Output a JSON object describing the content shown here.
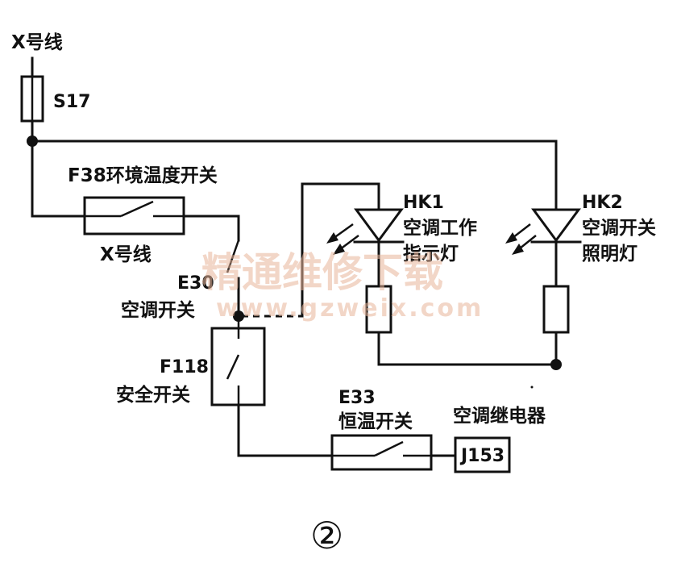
{
  "labels": {
    "x_line_top": "X号线",
    "fuse": "S17",
    "f38": "F38环境温度开关",
    "x_line_mid": "X号线",
    "e30_code": "E30",
    "e30_name": "空调开关",
    "hk1_code": "HK1",
    "hk1_name_1": "空调工作",
    "hk1_name_2": "指示灯",
    "hk2_code": "HK2",
    "hk2_name_1": "空调开关",
    "hk2_name_2": "照明灯",
    "f118_code": "F118",
    "f118_name": "安全开关",
    "e33_code": "E33",
    "e33_name": "恒温开关",
    "relay_name": "空调继电器",
    "relay_code": "J153"
  },
  "watermark": {
    "cn": "精通维修下载",
    "url": "www.gzweix.com"
  },
  "figure_number": "②",
  "colors": {
    "line": "#111111",
    "watermark": "#e8b59a"
  }
}
